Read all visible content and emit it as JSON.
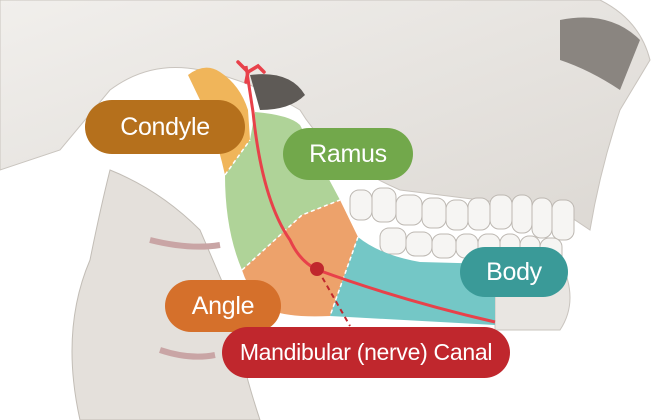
{
  "labels": {
    "condyle": "Condyle",
    "ramus": "Ramus",
    "body": "Body",
    "angle": "Angle",
    "canal": "Mandibular (nerve) Canal"
  },
  "colors": {
    "condyle": "#b5701c",
    "ramus": "#72a84b",
    "body": "#3a9a98",
    "angle": "#d5702b",
    "canal": "#c0272d",
    "nerve": "#e8414a"
  }
}
